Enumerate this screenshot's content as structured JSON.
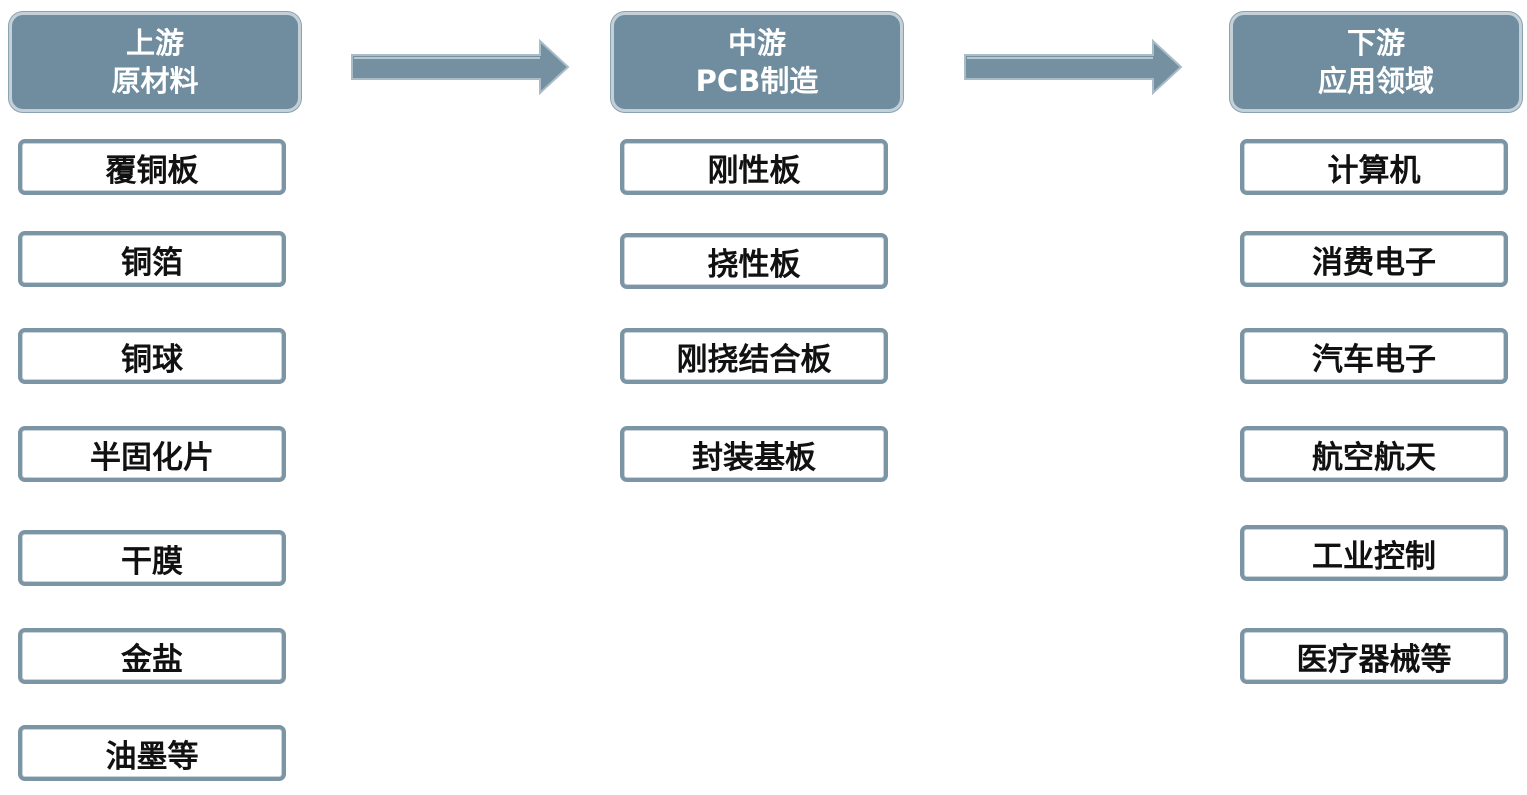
{
  "colors": {
    "header_fill": "#6f8d9f",
    "box_border": "#7c95a4",
    "arrow_fill": "#7590a1"
  },
  "columns": [
    {
      "title_line1": "上游",
      "title_line2": "原材料",
      "items": [
        "覆铜板",
        "铜箔",
        "铜球",
        "半固化片",
        "干膜",
        "金盐",
        "油墨等"
      ]
    },
    {
      "title_line1": "中游",
      "title_line2": "PCB制造",
      "items": [
        "刚性板",
        "挠性板",
        "刚挠结合板",
        "封装基板"
      ]
    },
    {
      "title_line1": "下游",
      "title_line2": "应用领域",
      "items": [
        "计算机",
        "消费电子",
        "汽车电子",
        "航空航天",
        "工业控制",
        "医疗器械等"
      ]
    }
  ]
}
